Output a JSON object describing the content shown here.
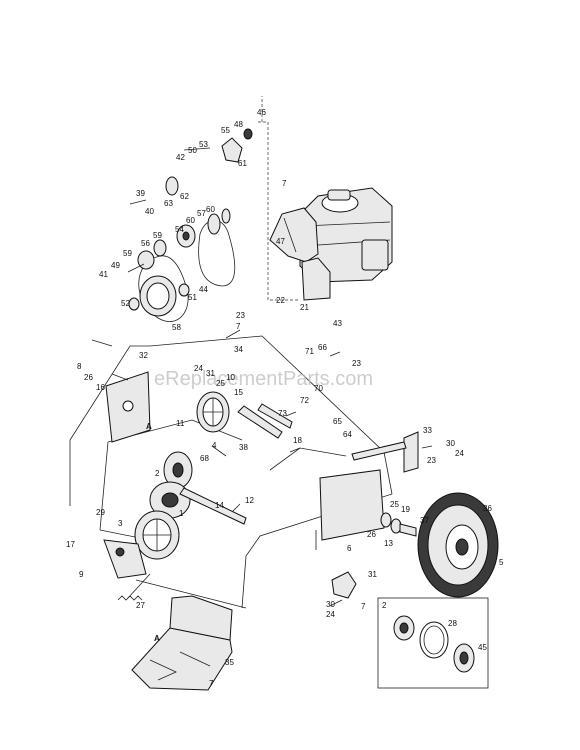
{
  "watermark": "eReplacementParts.com",
  "callouts": {
    "c46": "46",
    "c48": "48",
    "c55": "55",
    "c53": "53",
    "c50": "50",
    "c61": "61",
    "c42": "42",
    "c39": "39",
    "c40": "40",
    "c63": "63",
    "c62": "62",
    "c60a": "60",
    "c57": "57",
    "c60b": "60",
    "c54": "54",
    "c59a": "59",
    "c56": "56",
    "c59b": "59",
    "c49": "49",
    "c41": "41",
    "c44": "44",
    "c51": "51",
    "c52": "52",
    "c58": "58",
    "c7a": "7",
    "c47": "47",
    "c22": "22",
    "c21": "21",
    "c43": "43",
    "c23a": "23",
    "c7b": "7",
    "c34": "34",
    "c32": "32",
    "c8": "8",
    "c26a": "26",
    "c16": "16",
    "c24a": "24",
    "c31": "31",
    "c10": "10",
    "c25a": "25",
    "c15": "15",
    "c71": "71",
    "c66": "66",
    "c23b": "23",
    "c70": "70",
    "c72": "72",
    "c73": "73",
    "c65": "65",
    "c64": "64",
    "cA1": "A",
    "c11": "11",
    "c4": "4",
    "c68": "68",
    "c38": "38",
    "c18": "18",
    "c33": "33",
    "c30a": "30",
    "c23c": "23",
    "c24b": "24",
    "c2a": "2",
    "c14": "14",
    "c12": "12",
    "c1": "1",
    "c29": "29",
    "c3": "3",
    "c17": "17",
    "c9": "9",
    "c27": "27",
    "c25b": "25",
    "c19": "19",
    "c26b": "26",
    "c6": "6",
    "c37": "37",
    "c13": "13",
    "c36": "36",
    "c5": "5",
    "c31b": "31",
    "c30b": "30",
    "c7c": "7",
    "c24c": "24",
    "c2b": "2",
    "c28": "28",
    "c45": "45",
    "cA2": "A",
    "c35": "35",
    "c7d": "7"
  }
}
